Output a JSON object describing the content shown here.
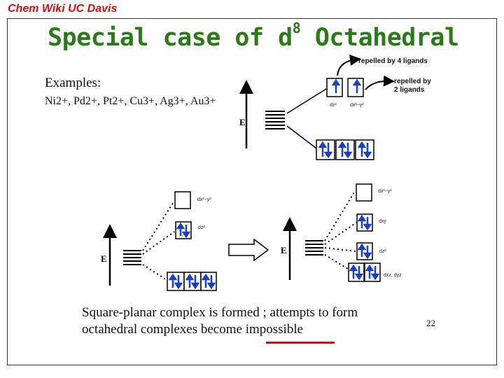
{
  "header": {
    "watermark": "Chem Wiki UC Davis",
    "title_main": "Special case of d",
    "title_sup": "8",
    "title_end": " Octahedral"
  },
  "examples": {
    "label": "Examples:",
    "ions": "Ni2+, Pd2+, Pt2+, Cu3+, Ag3+, Au3+"
  },
  "top_diagram": {
    "energy_label": "E",
    "annotation_4": "repelled by 4 ligands",
    "annotation_2_line1": "repelled by",
    "annotation_2_line2": "2 ligands",
    "eg_labels": [
      "dz²",
      "dx²−y²"
    ]
  },
  "left_diagram": {
    "energy_label": "E",
    "orbital_labels": [
      "dx²−y²",
      "dz²"
    ]
  },
  "right_diagram": {
    "energy_label": "E",
    "orbital_labels": [
      "dx²−y²",
      "dxy",
      "dz²",
      "dxz, dyz"
    ]
  },
  "caption": {
    "line1": "Square-planar complex is formed ; attempts to form",
    "line2": "octahedral complexes become impossible"
  },
  "page_number": "22",
  "colors": {
    "title": "#2a7a17",
    "watermark": "#cc1111",
    "electron": "#1a3fbf",
    "underline": "#d01010"
  }
}
